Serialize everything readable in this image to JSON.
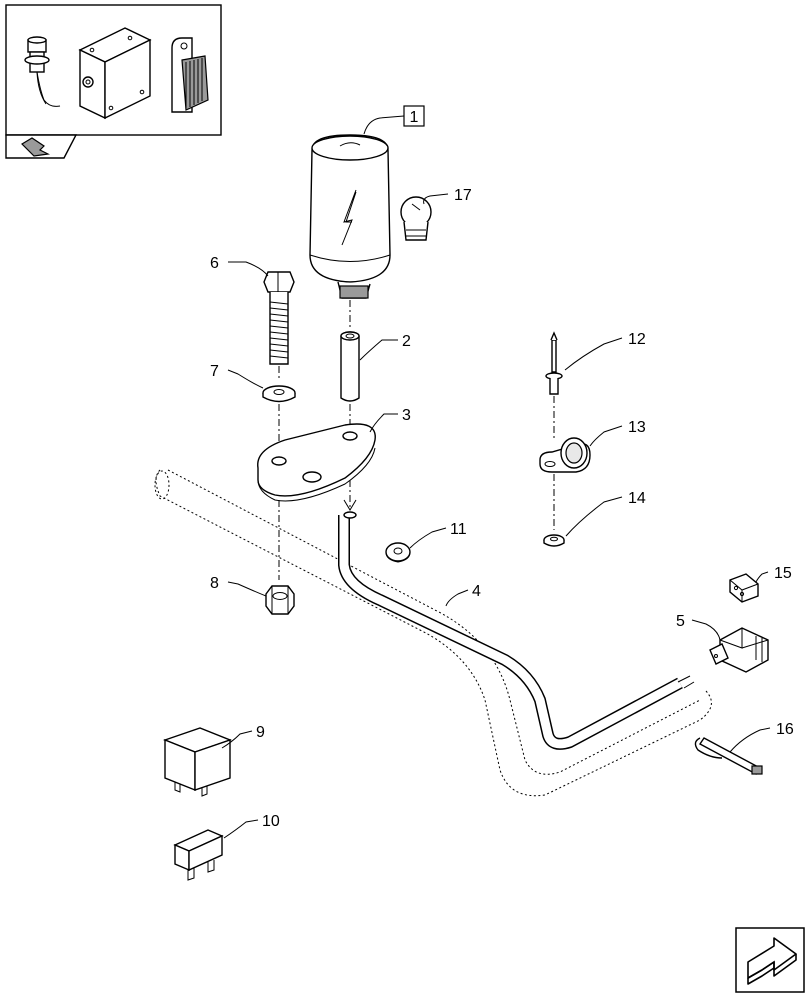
{
  "callouts": [
    {
      "id": "1",
      "boxed": true
    },
    {
      "id": "2"
    },
    {
      "id": "3"
    },
    {
      "id": "4"
    },
    {
      "id": "5"
    },
    {
      "id": "6"
    },
    {
      "id": "7"
    },
    {
      "id": "8"
    },
    {
      "id": "9"
    },
    {
      "id": "10"
    },
    {
      "id": "11"
    },
    {
      "id": "12"
    },
    {
      "id": "13"
    },
    {
      "id": "14"
    },
    {
      "id": "15"
    },
    {
      "id": "16"
    },
    {
      "id": "17"
    }
  ],
  "icons": {
    "overview": "assembly-overview-thumbnail",
    "back": "back-reference-arrow-icon",
    "next": "next-page-arrow-icon"
  }
}
